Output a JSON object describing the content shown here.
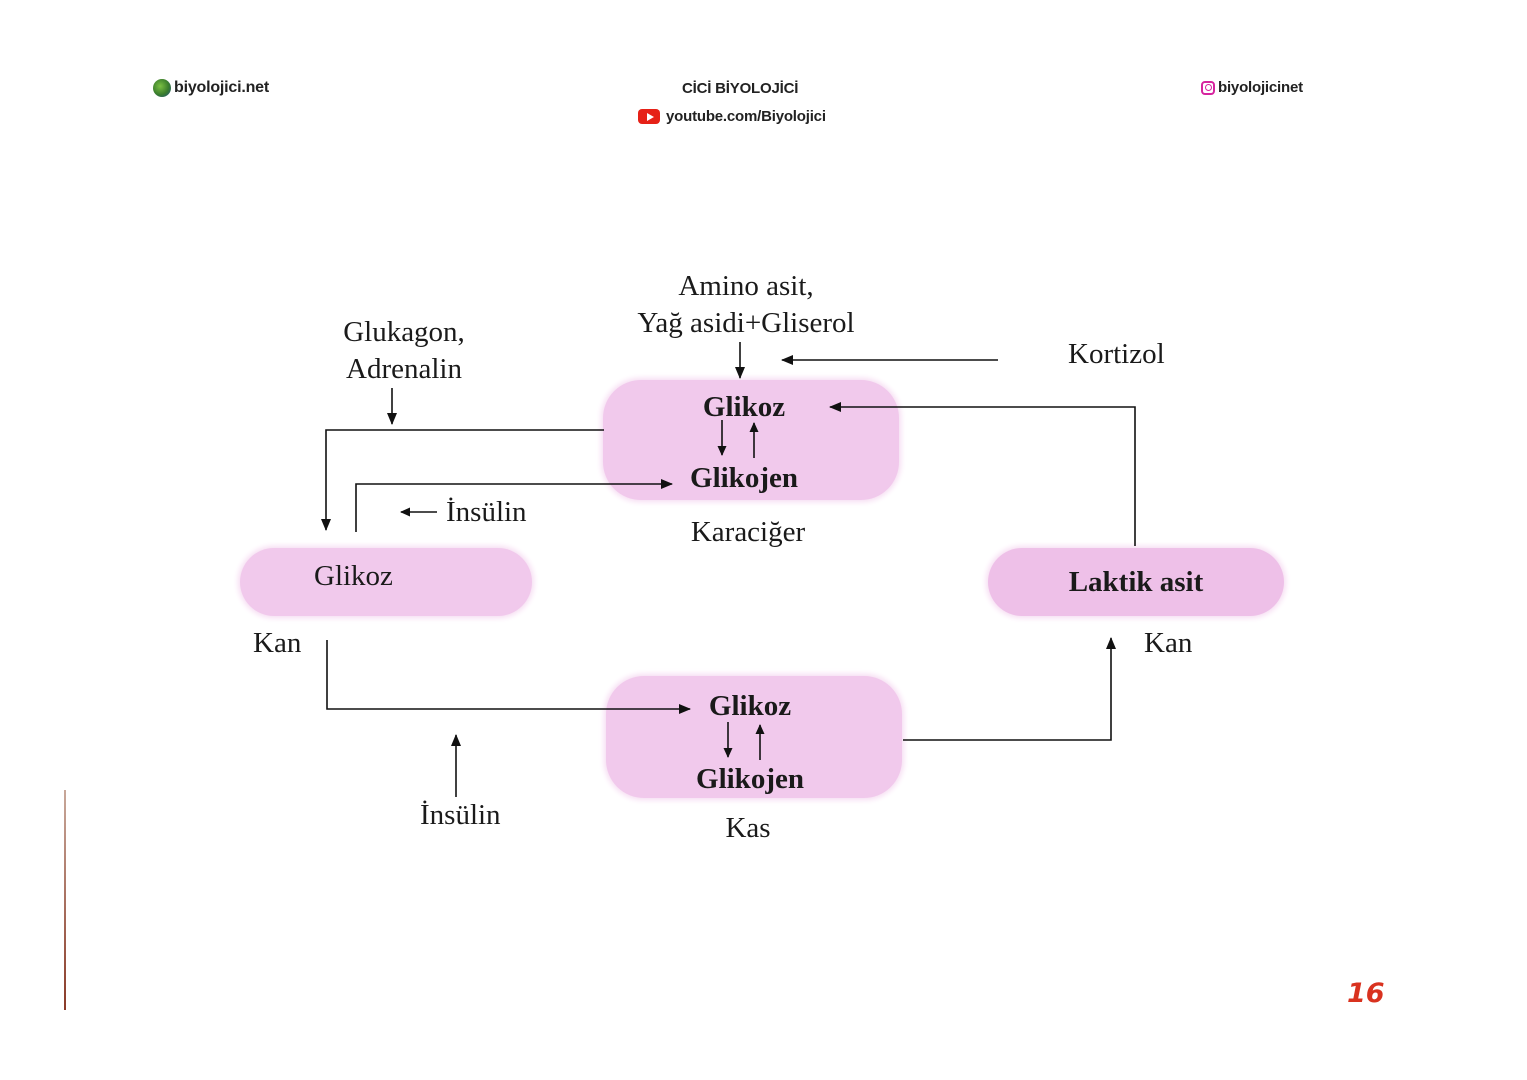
{
  "header": {
    "left_site": "biyolojici.net",
    "center_title": "CİCİ BİYOLOJİCİ",
    "center_youtube": "youtube.com/Biyolojici",
    "right_instagram": "biyolojicinet"
  },
  "icons": {
    "site": "globe-icon",
    "youtube": "youtube-icon",
    "instagram": "instagram-icon"
  },
  "diagram": {
    "inputs": {
      "amino_line1": "Amino asit,",
      "amino_line2": "Yağ asidi+Gliserol",
      "kortizol": "Kortizol",
      "glukagon_line1": "Glukagon,",
      "glukagon_line2": "Adrenalin",
      "insulin_top": "İnsülin",
      "insulin_bottom": "İnsülin"
    },
    "liver": {
      "glucose": "Glikoz",
      "glycogen": "Glikojen",
      "label": "Karaciğer"
    },
    "blood_left": {
      "glucose": "Glikoz",
      "label": "Kan"
    },
    "blood_right": {
      "lactic": "Laktik asit",
      "label": "Kan"
    },
    "muscle": {
      "glucose": "Glikoz",
      "glycogen": "Glikojen",
      "label": "Kas"
    }
  },
  "page_number": "16",
  "colors": {
    "box_fill": "#f1c9ec",
    "page_number": "#d9321f"
  }
}
